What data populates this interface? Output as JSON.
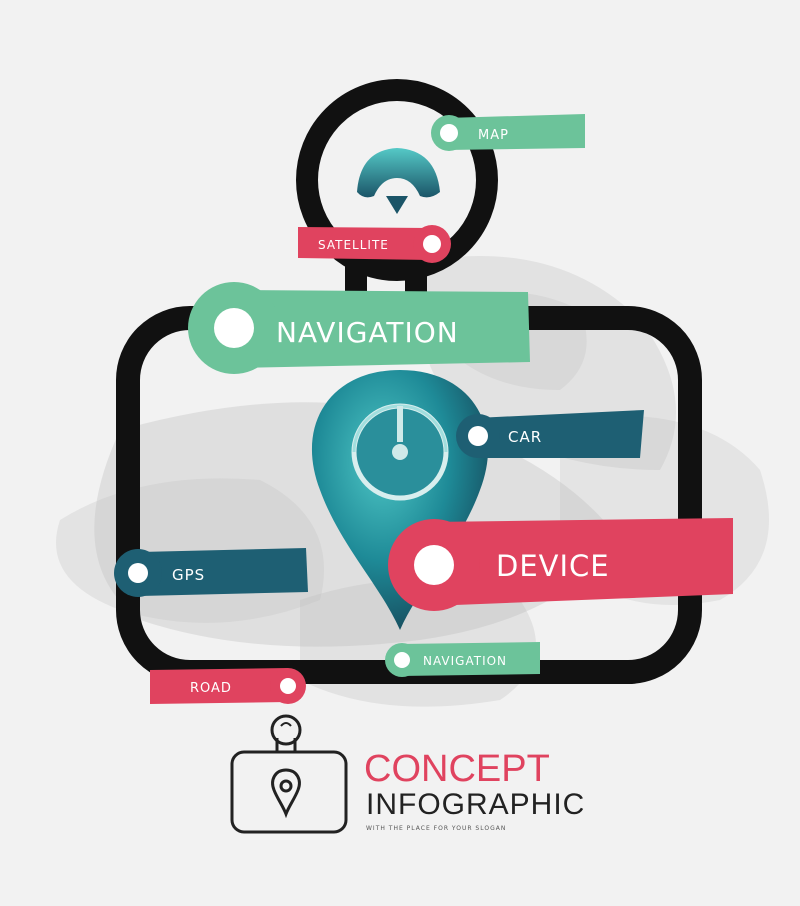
{
  "colors": {
    "teal": "#1e5f73",
    "teal_light": "#2aa3ad",
    "green": "#6cc39a",
    "green_dark": "#4ea883",
    "pink": "#e0435f",
    "pink_dark": "#c32e4a",
    "frame": "#111111"
  },
  "labels": {
    "map": "MAP",
    "satellite": "SATELLITE",
    "navigation_main": "NAVIGATION",
    "car": "CAR",
    "gps": "GPS",
    "device": "DEVICE",
    "navigation_small": "NAVIGATION",
    "road": "ROAD"
  },
  "title": {
    "line1": "CONCEPT",
    "line2": "INFOGRAPHIC",
    "tagline": "WITH THE PLACE FOR YOUR SLOGAN"
  },
  "icons": [
    "gauge-icon",
    "map-pin-icon",
    "navigator-device-icon"
  ]
}
